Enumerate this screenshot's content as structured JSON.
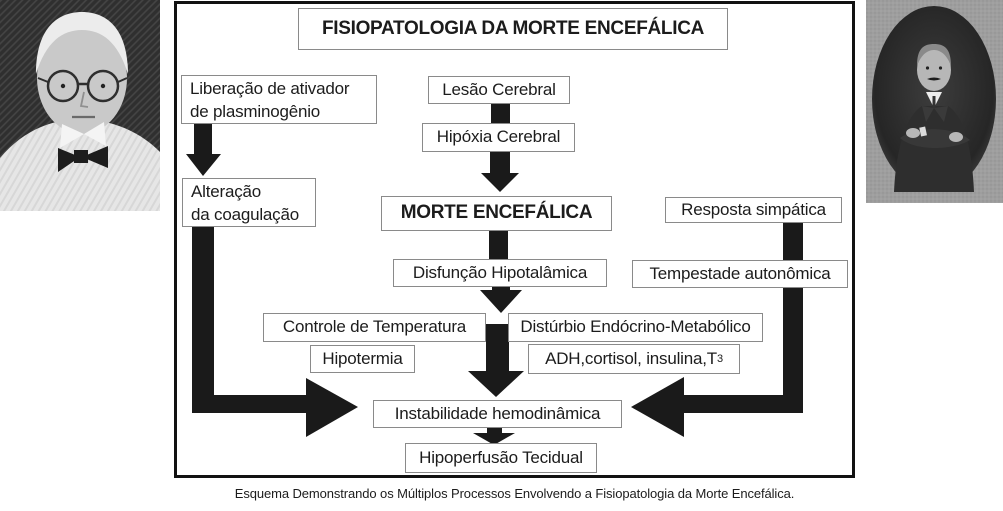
{
  "figure": {
    "title": "FISIOPATOLOGIA DA MORTE ENCEFÁLICA",
    "caption": "Esquema Demonstrando os Múltiplos Processos Envolvendo a Fisiopatologia da Morte Encefálica.",
    "nodes": {
      "liberacao_l1": "Liberação de ativador",
      "liberacao_l2": "de plasminogênio",
      "lesao": "Lesão Cerebral",
      "hipoxia": "Hipóxia Cerebral",
      "morte": "MORTE ENCEFÁLICA",
      "resposta": "Resposta simpática",
      "alteracao_l1": "Alteração",
      "alteracao_l2": "da coagulação",
      "disfuncao": "Disfunção Hipotalâmica",
      "tempestade": "Tempestade autonômica",
      "controle": "Controle de Temperatura",
      "disturbio": "Distúrbio Endócrino-Metabólico",
      "hipotermia": "Hipotermia",
      "adh_main": "ADH,cortisol, insulina,T",
      "adh_sub": "3",
      "instabilidade": "Instabilidade hemodinâmica",
      "hipoperfusao": "Hipoperfusão Tecidual"
    },
    "colors": {
      "arrow": "#1a1a1a",
      "box_border": "#8a8a8a",
      "frame_border": "#111111",
      "text": "#1c1c1c",
      "background": "#ffffff"
    }
  }
}
